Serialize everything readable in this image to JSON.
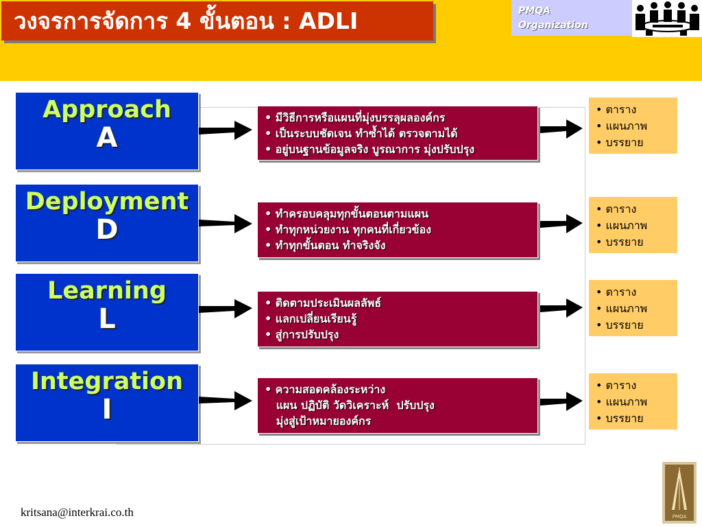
{
  "header": {
    "title": "วงจรการจัดการ 4 ขั้นตอน : ADLI",
    "org_line1": "PMQA",
    "org_line2": "Organization"
  },
  "stages": [
    {
      "name": "Approach",
      "letter": "A",
      "details": [
        "• มีวิธีการหรือแผนที่มุ่งบรรลุผลองค์กร",
        "• เป็นระบบชัดเจน ทำซ้ำได้ ตรวจตามได้",
        "• อยู่บนฐานข้อมูลจริง บูรณาการ มุ่งปรับปรุง"
      ],
      "outputs": [
        "• ตาราง",
        "• แผนภาพ",
        "• บรรยาย"
      ]
    },
    {
      "name": "Deployment",
      "letter": "D",
      "details": [
        "• ทำครอบคลุมทุกขั้นตอนตามแผน",
        "• ทำทุกหน่วยงาน  ทุกคนที่เกี่ยวข้อง",
        "• ทำทุกขั้นตอน ทำจริงจัง"
      ],
      "outputs": [
        "• ตาราง",
        "• แผนภาพ",
        "• บรรยาย"
      ]
    },
    {
      "name": "Learning",
      "letter": "L",
      "details": [
        "• ติดตามประเมินผลลัพธ์",
        "• แลกเปลี่ยนเรียนรู้",
        "• สู่การปรับปรุง"
      ],
      "outputs": [
        "• ตาราง",
        "• แผนภาพ",
        "• บรรยาย"
      ]
    },
    {
      "name": "Integration",
      "letter": "I",
      "details": [
        "• ความสอดคล้องระหว่าง",
        "   แผน ปฏิบัติ วัดวิเคราะห์  ปรับปรุง",
        "   มุ่งสู่เป้าหมายองค์กร"
      ],
      "outputs": [
        "• ตาราง",
        "• แผนภาพ",
        "• บรรยาย"
      ]
    }
  ],
  "footer": {
    "email": "kritsana@interkrai.co.th",
    "logo_text": "PMQA"
  }
}
